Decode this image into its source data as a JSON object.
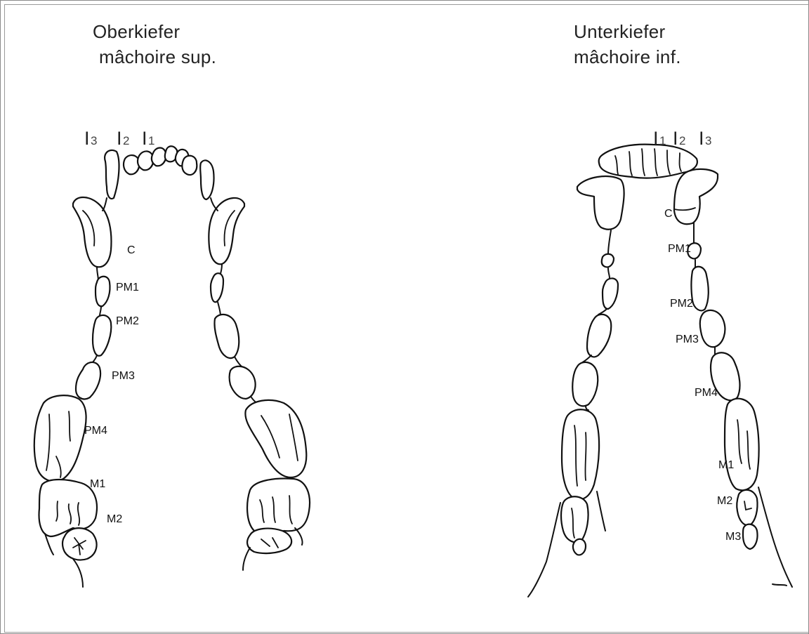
{
  "upper": {
    "title_de": "Oberkiefer",
    "title_fr": "mâchoire sup.",
    "incisors": [
      {
        "bar": "I",
        "sub": "3"
      },
      {
        "bar": "I",
        "sub": "2"
      },
      {
        "bar": "I",
        "sub": "1"
      }
    ],
    "labels": {
      "c": "C",
      "pm1": "PM1",
      "pm2": "PM2",
      "pm3": "PM3",
      "pm4": "PM4",
      "m1": "M1",
      "m2": "M2"
    }
  },
  "lower": {
    "title_de": "Unterkiefer",
    "title_fr": "mâchoire inf.",
    "incisors": [
      {
        "bar": "I",
        "sub": "1"
      },
      {
        "bar": "I",
        "sub": "2"
      },
      {
        "bar": "I",
        "sub": "3"
      }
    ],
    "labels": {
      "c": "C",
      "pm1": "PM1",
      "pm2": "PM2",
      "pm3": "PM3",
      "pm4": "PM4",
      "m1": "M1",
      "m2": "M2",
      "m3": "M3"
    }
  }
}
